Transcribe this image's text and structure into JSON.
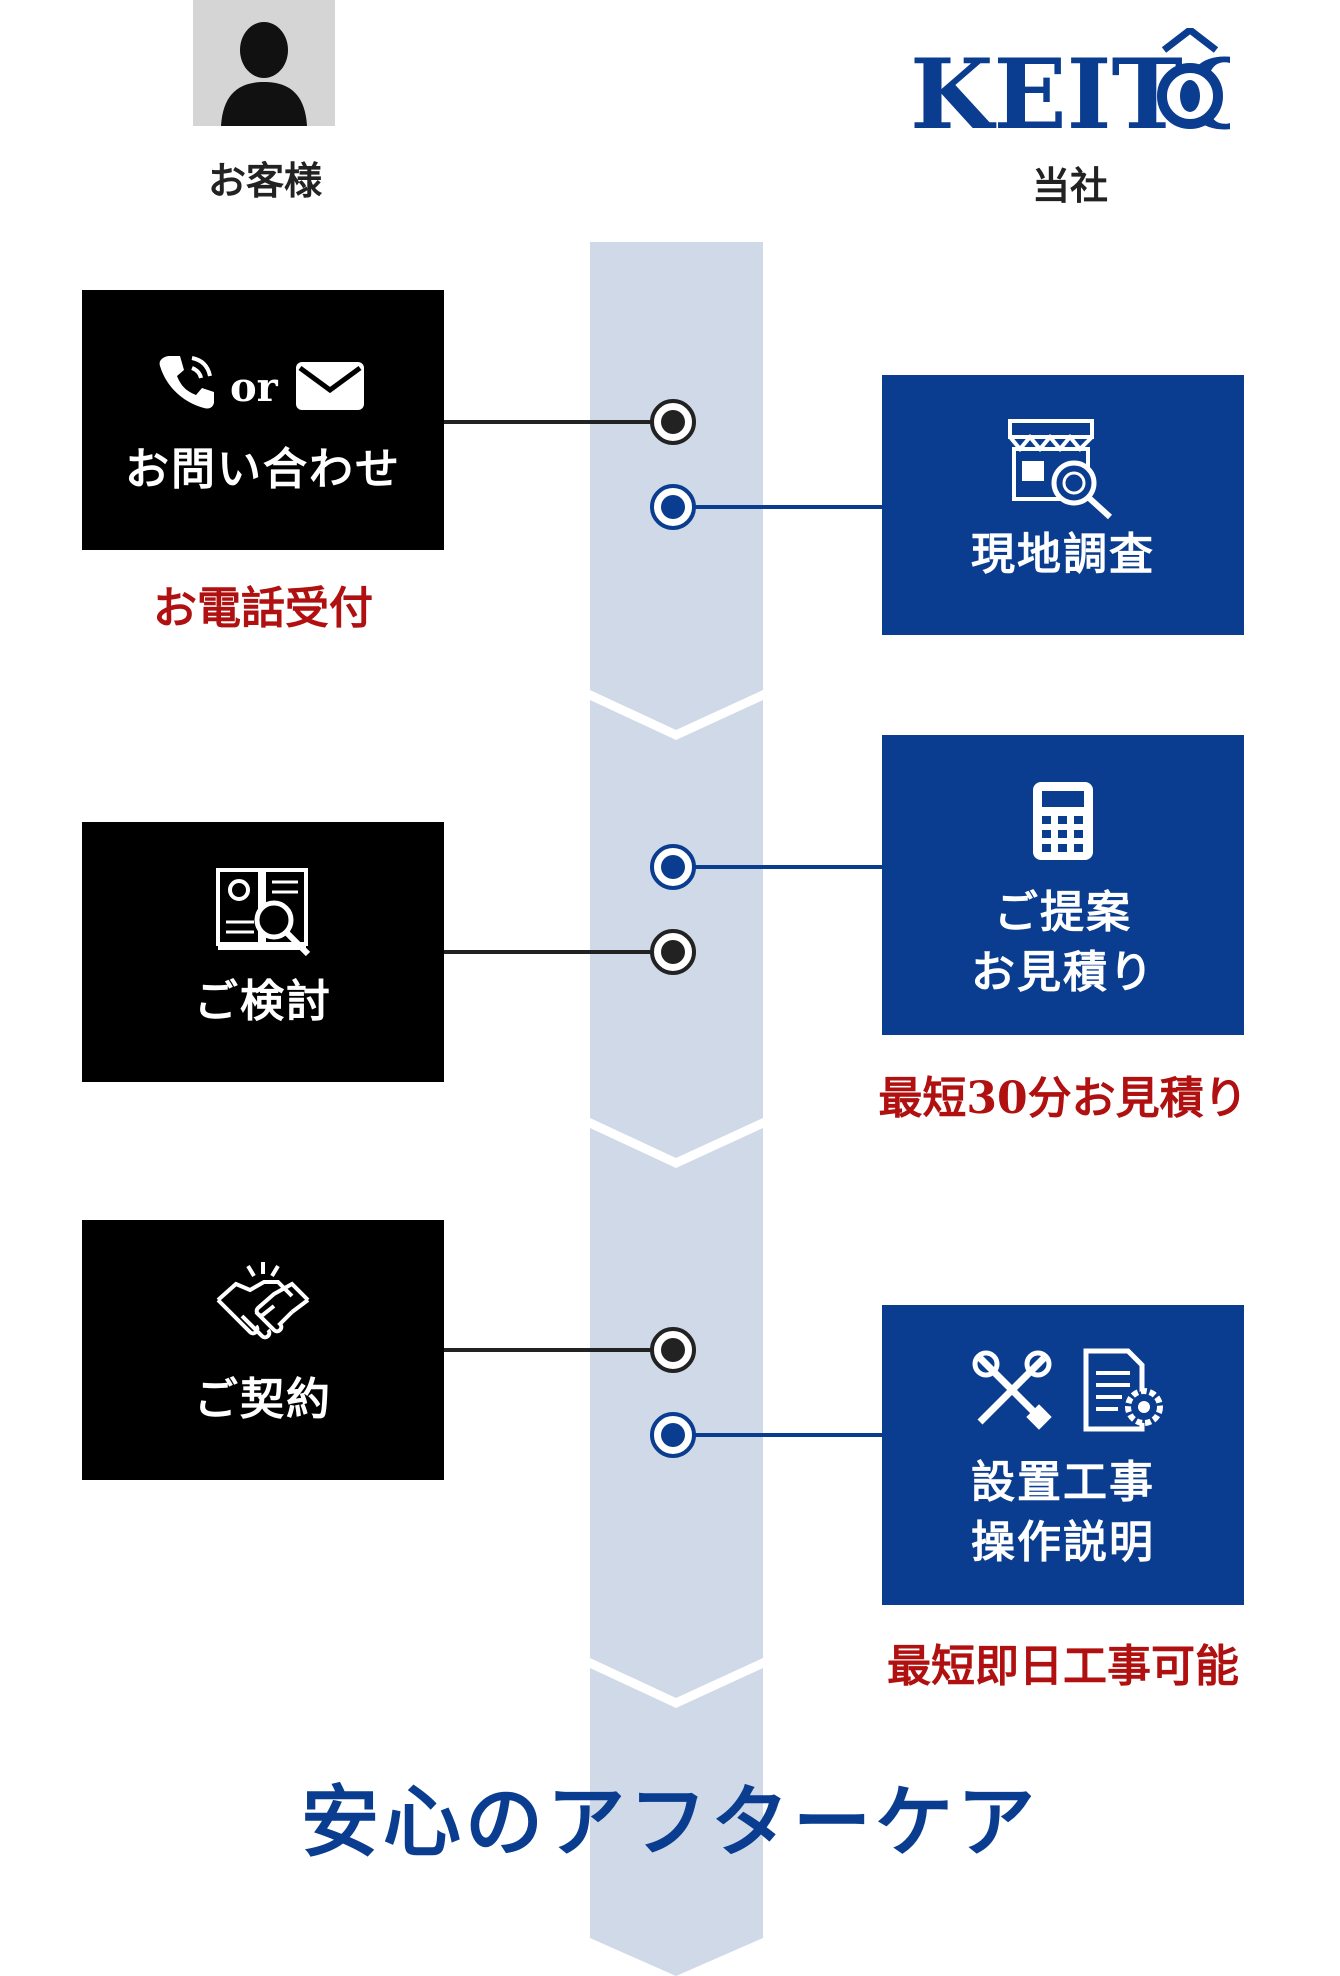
{
  "header": {
    "customer_label": "お客様",
    "company_label": "当社",
    "logo_text": "KEITO"
  },
  "steps": {
    "inquiry": {
      "or_text": "or",
      "title": "お問い合わせ",
      "note": "お電話受付"
    },
    "survey": {
      "title": "現地調査"
    },
    "review": {
      "title": "ご検討"
    },
    "proposal": {
      "line1": "ご提案",
      "line2": "お見積り",
      "note": "最短30分お見積り"
    },
    "contract": {
      "title": "ご契約"
    },
    "install": {
      "line1": "設置工事",
      "line2": "操作説明",
      "note": "最短即日工事可能"
    }
  },
  "footer": {
    "aftercare": "安心のアフターケア"
  },
  "colors": {
    "black_box": "#000000",
    "blue_box": "#0a3d8f",
    "red_note": "#b0100f",
    "band": "#cfd9e8"
  }
}
